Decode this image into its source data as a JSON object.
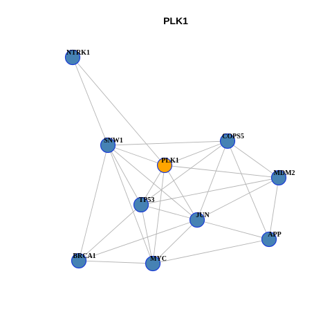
{
  "title": "PLK1",
  "colors": {
    "default_node": "#4682B4",
    "node_border": "#1a3bd6",
    "highlight_node": "#FFA500",
    "edge": "#b3b3b3"
  },
  "nodes": [
    {
      "id": "PLK1",
      "label": "PLK1",
      "highlight": true
    },
    {
      "id": "NTRK1",
      "label": "NTRK1",
      "highlight": false
    },
    {
      "id": "SNW1",
      "label": "SNW1",
      "highlight": false
    },
    {
      "id": "COPS5",
      "label": "COPS5",
      "highlight": false
    },
    {
      "id": "MDM2",
      "label": "MDM2",
      "highlight": false
    },
    {
      "id": "TP53",
      "label": "TP53",
      "highlight": false
    },
    {
      "id": "JUN",
      "label": "JUN",
      "highlight": false
    },
    {
      "id": "APP",
      "label": "APP",
      "highlight": false
    },
    {
      "id": "BRCA1",
      "label": "BRCA1",
      "highlight": false
    },
    {
      "id": "MYC",
      "label": "MYC",
      "highlight": false
    }
  ],
  "edges": [
    [
      "NTRK1",
      "SNW1"
    ],
    [
      "NTRK1",
      "PLK1"
    ],
    [
      "SNW1",
      "PLK1"
    ],
    [
      "SNW1",
      "COPS5"
    ],
    [
      "SNW1",
      "TP53"
    ],
    [
      "SNW1",
      "JUN"
    ],
    [
      "SNW1",
      "MYC"
    ],
    [
      "SNW1",
      "BRCA1"
    ],
    [
      "PLK1",
      "COPS5"
    ],
    [
      "PLK1",
      "MDM2"
    ],
    [
      "PLK1",
      "TP53"
    ],
    [
      "PLK1",
      "JUN"
    ],
    [
      "PLK1",
      "MYC"
    ],
    [
      "COPS5",
      "MDM2"
    ],
    [
      "COPS5",
      "TP53"
    ],
    [
      "COPS5",
      "JUN"
    ],
    [
      "COPS5",
      "APP"
    ],
    [
      "MDM2",
      "TP53"
    ],
    [
      "MDM2",
      "JUN"
    ],
    [
      "MDM2",
      "APP"
    ],
    [
      "TP53",
      "JUN"
    ],
    [
      "TP53",
      "MYC"
    ],
    [
      "TP53",
      "BRCA1"
    ],
    [
      "JUN",
      "APP"
    ],
    [
      "JUN",
      "MYC"
    ],
    [
      "JUN",
      "BRCA1"
    ],
    [
      "APP",
      "MYC"
    ],
    [
      "BRCA1",
      "MYC"
    ]
  ]
}
